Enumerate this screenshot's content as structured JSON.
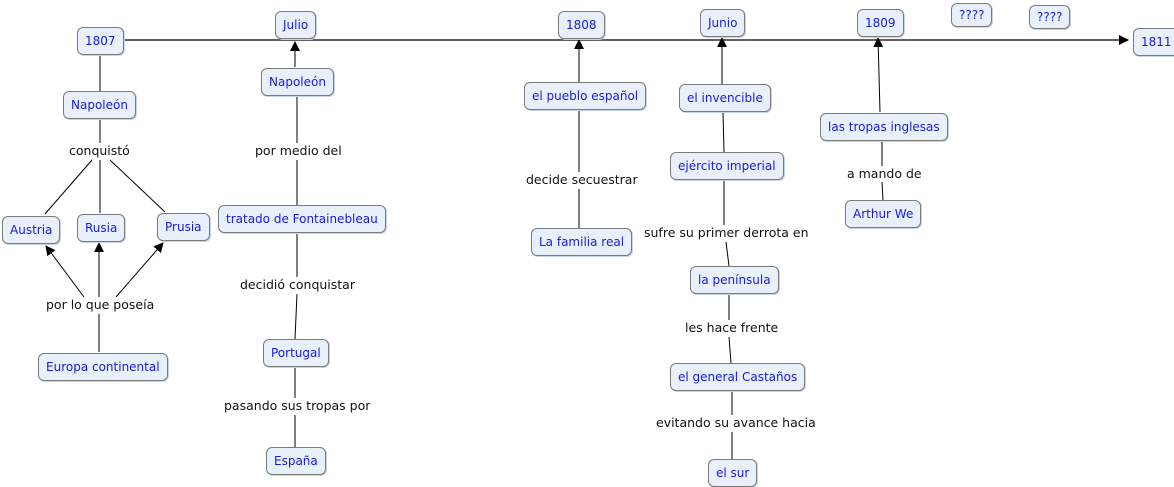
{
  "timeline": {
    "start": "1807",
    "end": "1811",
    "marks": [
      "Julio",
      "1808",
      "Junio",
      "1809",
      "????",
      "????"
    ]
  },
  "concepts": {
    "napoleon": "Napoleón",
    "austria": "Austria",
    "rusia": "Rusia",
    "prusia": "Prusia",
    "europa_continental": "Europa continental",
    "napoleon_2": "Napoleón",
    "tratado": "tratado de Fontainebleau",
    "portugal": "Portugal",
    "espana": "España",
    "pueblo_espanol": "el pueblo español",
    "familia_real": "La familia real",
    "el_invencible": "el invencible",
    "ejercito_imperial": "ejército imperial",
    "la_peninsula": "la península",
    "general_castanos": "el general Castaños",
    "el_sur": "el sur",
    "tropas_inglesas": "las tropas inglesas",
    "arthur": "Arthur We"
  },
  "linking_phrases": {
    "conquisto": "conquistó",
    "por_lo_que_poseia": "por lo que poseía",
    "por_medio_del": "por medio del",
    "decidio_conquistar": "decidió conquistar",
    "pasando_sus_tropas_por": "pasando sus tropas por",
    "decide_secuestrar": "decide secuestrar",
    "sufre_su_primer_derrota_en": "sufre su primer derrota en",
    "les_hace_frente": "les hace frente",
    "evitando_su_avance_hacia": "evitando su avance hacia",
    "a_mando_de": "a mando de"
  },
  "colors": {
    "node_fill": "#e8f0fb",
    "node_border": "#7a7a7a",
    "node_text": "#1a1ad6",
    "phrase_text": "#111111",
    "line": "#000000"
  }
}
